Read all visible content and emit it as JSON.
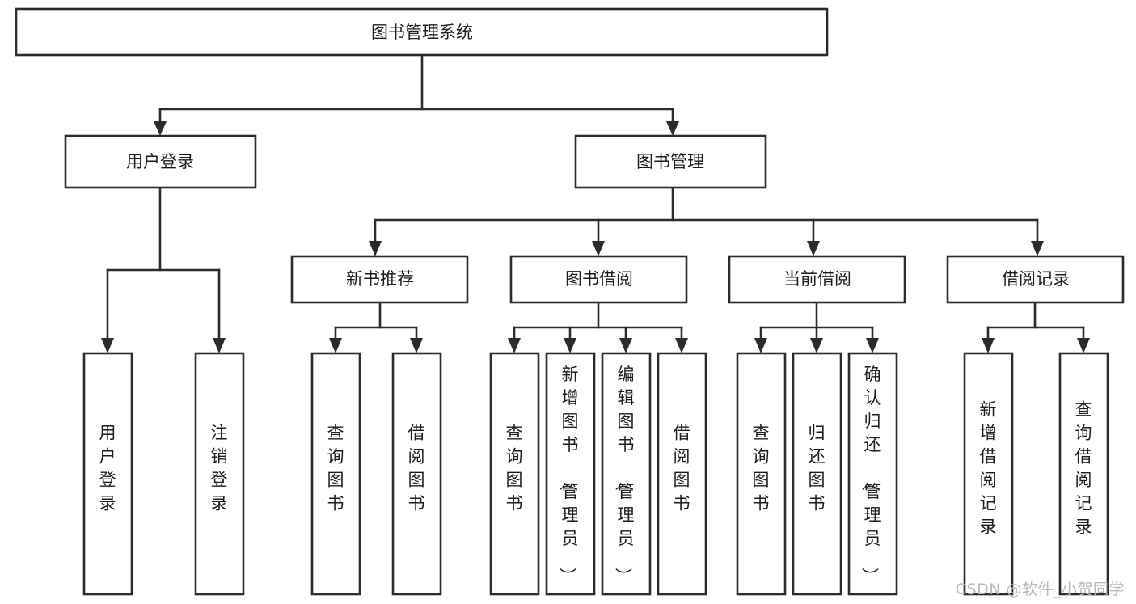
{
  "diagram": {
    "title": "图书管理系统",
    "type": "tree",
    "watermark": "CSDN @软件_小贺同学",
    "colors": {
      "stroke": "#2b2b2b",
      "fill": "#ffffff",
      "text": "#1c1c1c",
      "watermark": "#b8b8b8",
      "background": "#ffffff"
    },
    "nodes": {
      "root": {
        "label": "图书管理系统",
        "orientation": "horizontal"
      },
      "level2": [
        {
          "id": "user-login",
          "label": "用户登录",
          "orientation": "horizontal"
        },
        {
          "id": "book-manage",
          "label": "图书管理",
          "orientation": "horizontal"
        }
      ],
      "level3": [
        {
          "id": "new-book-rec",
          "label": "新书推荐",
          "orientation": "horizontal"
        },
        {
          "id": "book-borrow",
          "label": "图书借阅",
          "orientation": "horizontal"
        },
        {
          "id": "current-borrow",
          "label": "当前借阅",
          "orientation": "horizontal"
        },
        {
          "id": "borrow-record",
          "label": "借阅记录",
          "orientation": "horizontal"
        }
      ],
      "leaves": [
        {
          "id": "leaf-user-login",
          "label": "用户登录",
          "parent": "user-login",
          "orientation": "vertical"
        },
        {
          "id": "leaf-logout",
          "label": "注销登录",
          "parent": "user-login",
          "orientation": "vertical"
        },
        {
          "id": "leaf-query-book-1",
          "label": "查询图书",
          "parent": "new-book-rec",
          "orientation": "vertical"
        },
        {
          "id": "leaf-borrow-book-1",
          "label": "借阅图书",
          "parent": "new-book-rec",
          "orientation": "vertical"
        },
        {
          "id": "leaf-query-book-2",
          "label": "查询图书",
          "parent": "book-borrow",
          "orientation": "vertical"
        },
        {
          "id": "leaf-add-book",
          "label": "新增图书（管理员）",
          "parent": "book-borrow",
          "orientation": "vertical"
        },
        {
          "id": "leaf-edit-book",
          "label": "编辑图书（管理员）",
          "parent": "book-borrow",
          "orientation": "vertical"
        },
        {
          "id": "leaf-borrow-book-2",
          "label": "借阅图书",
          "parent": "book-borrow",
          "orientation": "vertical"
        },
        {
          "id": "leaf-query-book-3",
          "label": "查询图书",
          "parent": "current-borrow",
          "orientation": "vertical"
        },
        {
          "id": "leaf-return-book",
          "label": "归还图书",
          "parent": "current-borrow",
          "orientation": "vertical"
        },
        {
          "id": "leaf-confirm-return",
          "label": "确认归还（管理员）",
          "parent": "current-borrow",
          "orientation": "vertical"
        },
        {
          "id": "leaf-add-record",
          "label": "新增借阅记录",
          "parent": "borrow-record",
          "orientation": "vertical"
        },
        {
          "id": "leaf-query-record",
          "label": "查询借阅记录",
          "parent": "borrow-record",
          "orientation": "vertical"
        }
      ]
    }
  }
}
